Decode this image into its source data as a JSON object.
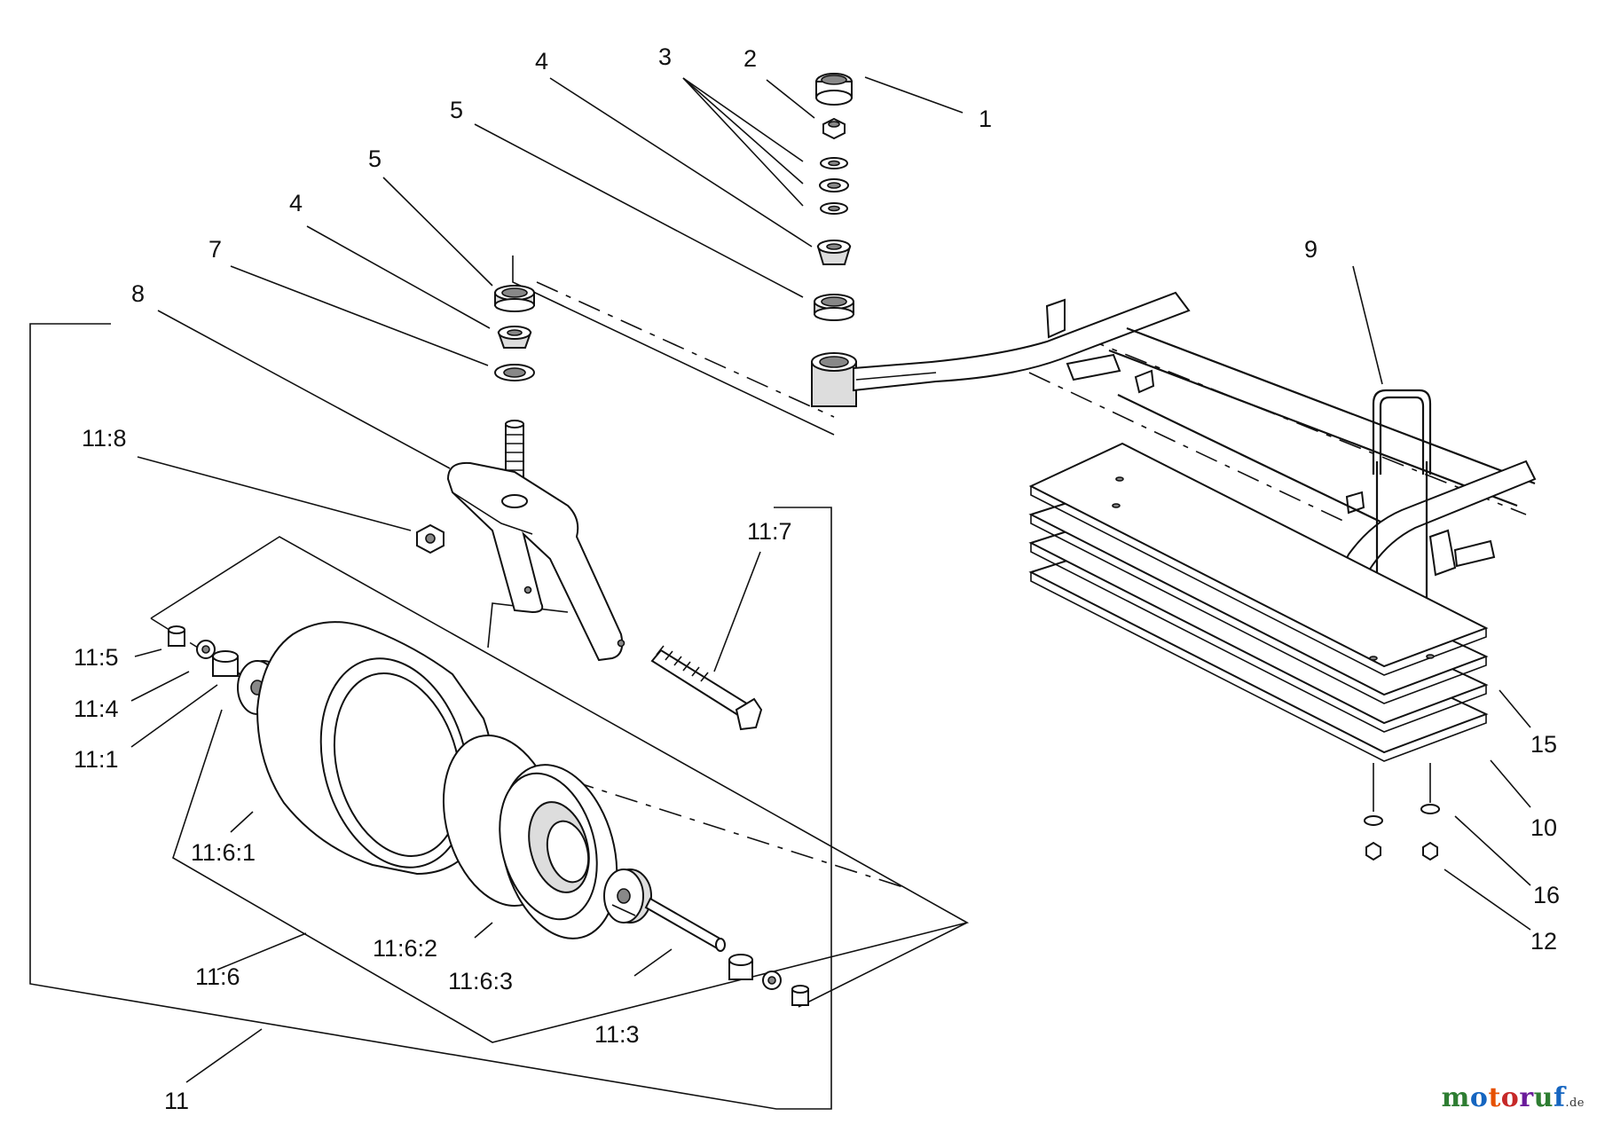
{
  "watermark": {
    "letters": [
      {
        "ch": "m",
        "color": "#2e7d32"
      },
      {
        "ch": "o",
        "color": "#1565c0"
      },
      {
        "ch": "t",
        "color": "#e65100"
      },
      {
        "ch": "o",
        "color": "#c62828"
      },
      {
        "ch": "r",
        "color": "#6a1b9a"
      },
      {
        "ch": "u",
        "color": "#2e7d32"
      },
      {
        "ch": "f",
        "color": "#1565c0"
      }
    ],
    "tld": ".de"
  },
  "callouts": {
    "c1": "1",
    "c2": "2",
    "c3": "3",
    "c4a": "4",
    "c4b": "4",
    "c5a": "5",
    "c5b": "5",
    "c7": "7",
    "c8": "8",
    "c9": "9",
    "c10": "10",
    "c11": "11",
    "c12": "12",
    "c15": "15",
    "c16": "16",
    "c11_1": "11:1",
    "c11_3": "11:3",
    "c11_4": "11:4",
    "c11_5": "11:5",
    "c11_6": "11:6",
    "c11_6_1": "11:6:1",
    "c11_6_2": "11:6:2",
    "c11_6_3": "11:6:3",
    "c11_7": "11:7",
    "c11_8": "11:8"
  }
}
